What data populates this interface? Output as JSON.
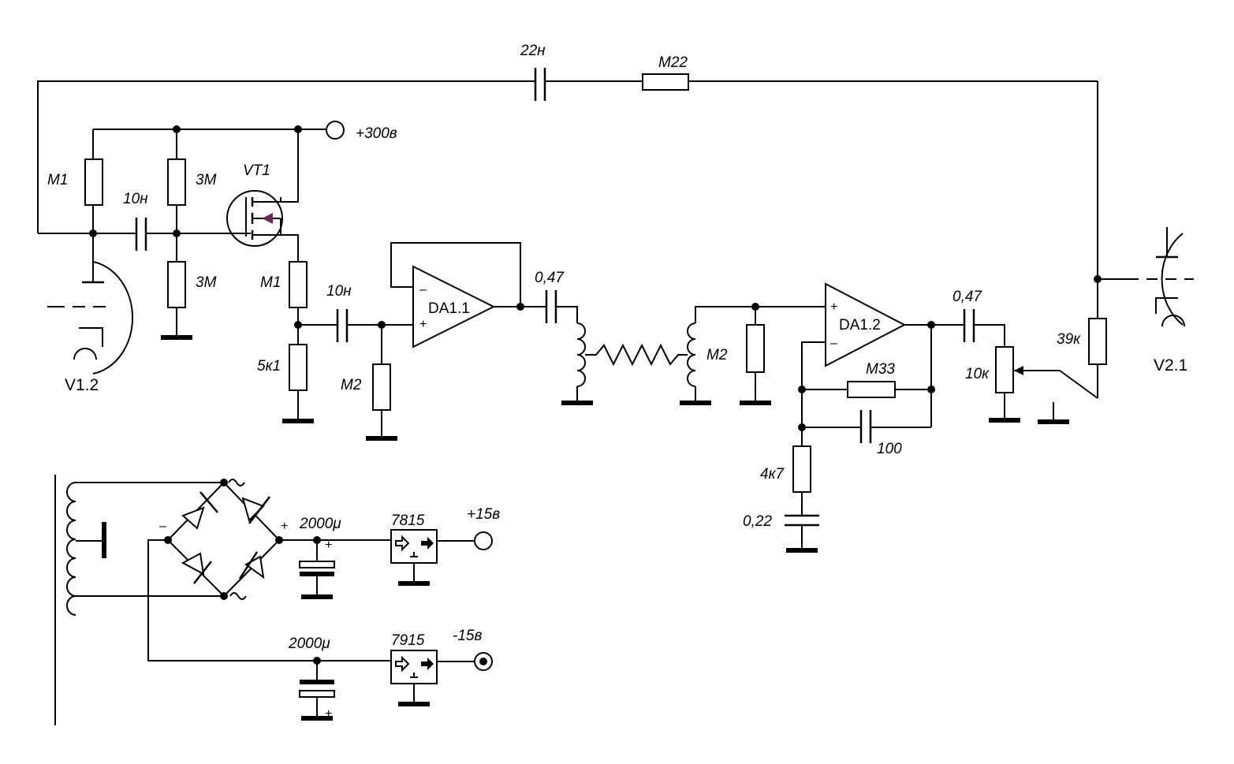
{
  "labels": {
    "c_feedback": "22н",
    "r_feedback": "М22",
    "supply_hv": "+300в",
    "r_m1_top": "М1",
    "c_10n_a": "10н",
    "r_3m_top": "3М",
    "vt1": "VT1",
    "r_3m_bottom": "3М",
    "r_m1_source": "М1",
    "c_10n_b": "10н",
    "r_5k1": "5к1",
    "r_m2_in": "М2",
    "v12": "V1.2",
    "da11": "DA1.1",
    "c_047_a": "0,47",
    "r_m2_coil": "М2",
    "da12": "DA1.2",
    "r_m33": "М33",
    "c_100": "100",
    "r_4k7": "4к7",
    "c_022": "0,22",
    "c_047_b": "0,47",
    "pot_10k": "10к",
    "r_39k": "39к",
    "v21": "V2.1",
    "minus_bridge": "–",
    "plus_bridge": "+",
    "c_2000_a": "2000μ",
    "reg_7815": "7815",
    "supply_p15": "+15в",
    "c_2000_b": "2000μ",
    "reg_7915": "7915",
    "supply_m15": "-15в"
  },
  "opamp_pins": {
    "minus": "–",
    "plus": "+"
  },
  "colors": {
    "ink": "#000000",
    "mosfet_arrow": "#6a2a5a",
    "background": "#ffffff"
  }
}
